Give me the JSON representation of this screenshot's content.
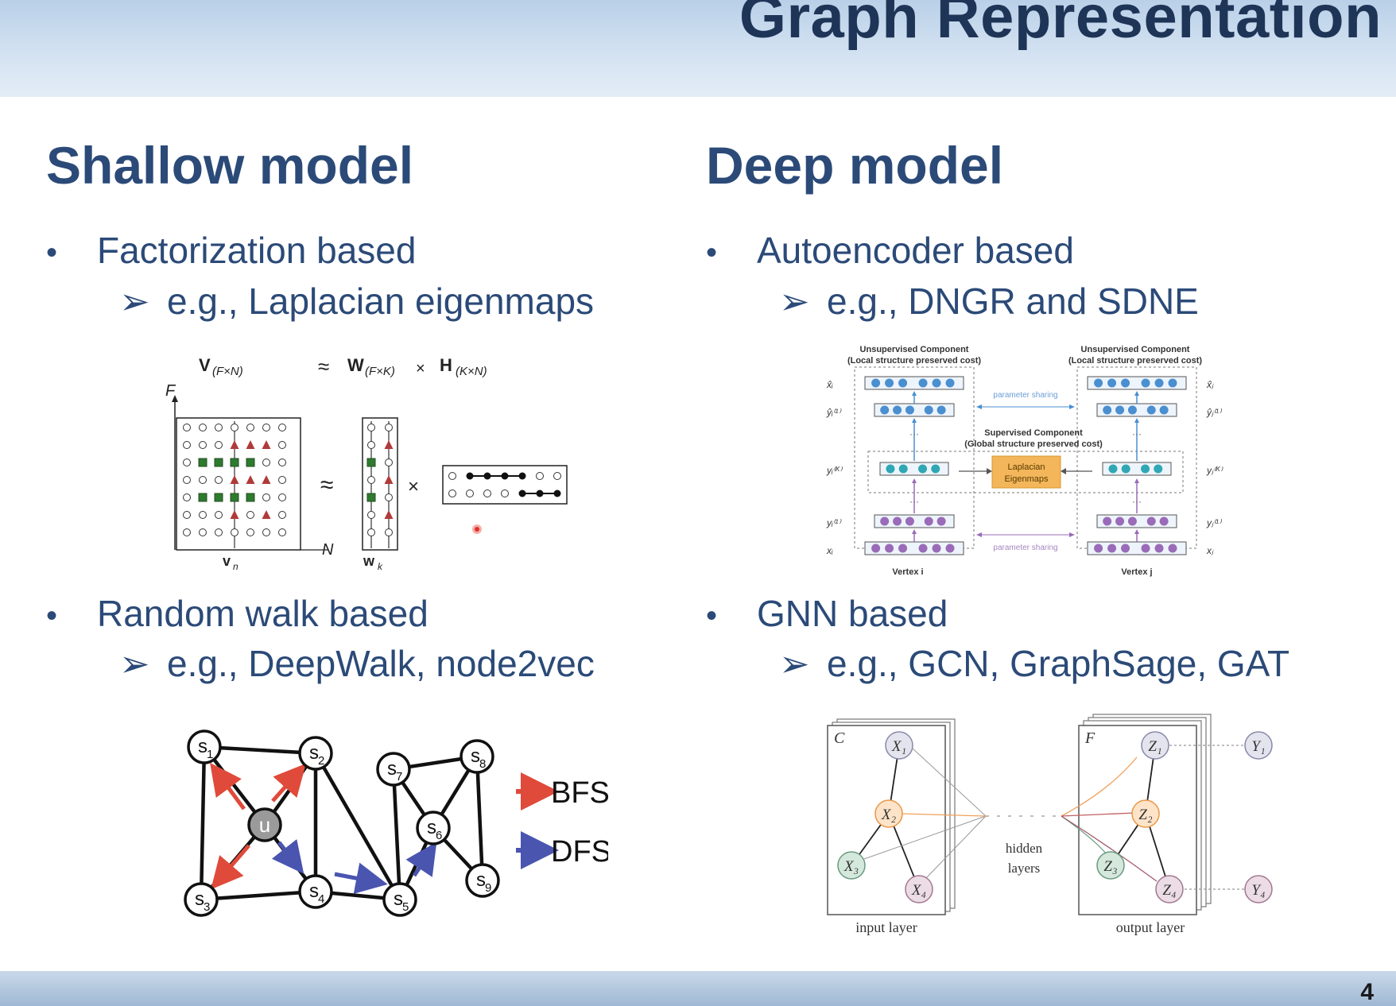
{
  "slide": {
    "title": "Graph Representation",
    "page_number": "4"
  },
  "left": {
    "heading": "Shallow model",
    "bullet1": "Factorization based",
    "sub1": "e.g., Laplacian eigenmaps",
    "bullet2": "Random walk based",
    "sub2": "e.g., DeepWalk, node2vec",
    "factorization_fig": {
      "label_v": "V",
      "label_v_sub": "(F×N)",
      "label_approx": "≈",
      "label_w": "W",
      "label_w_sub": "(F×K)",
      "label_times": "×",
      "label_h": "H",
      "label_h_sub": "(K×N)",
      "axis_f": "F",
      "axis_n": "N",
      "label_vn": "v",
      "label_vn_sub": "n",
      "label_wk": "w",
      "label_wk_sub": "k"
    },
    "walk_fig": {
      "nodes": [
        "s1",
        "s2",
        "u",
        "s3",
        "s4",
        "s5",
        "s6",
        "s7",
        "s8",
        "s9"
      ],
      "legend_bfs": "BFS",
      "legend_dfs": "DFS",
      "colors": {
        "bfs": "#e04a3a",
        "dfs": "#4a55b0"
      }
    }
  },
  "right": {
    "heading": "Deep model",
    "bullet1": "Autoencoder based",
    "sub1": "e.g., DNGR and SDNE",
    "bullet2": "GNN based",
    "sub2": "e.g., GCN, GraphSage, GAT",
    "sdne_fig": {
      "unsup_title": "Unsupervised Component",
      "unsup_sub": "(Local structure preserved cost)",
      "sup_title": "Supervised Component",
      "sup_sub": "(Global structure preserved cost)",
      "param_sharing": "parameter sharing",
      "laplacian": "Laplacian Eigenmaps",
      "vertex_i": "Vertex i",
      "vertex_j": "Vertex j",
      "left_labels": [
        "x̂ᵢ",
        "ŷᵢ⁽¹⁾",
        "yᵢ⁽ᴷ⁾",
        "yᵢ⁽¹⁾",
        "xᵢ"
      ],
      "right_labels": [
        "x̂ⱼ",
        "ŷⱼ⁽¹⁾",
        "yⱼ⁽ᴷ⁾",
        "yⱼ⁽¹⁾",
        "xⱼ"
      ],
      "colors": {
        "blue": "#4a8fd0",
        "teal": "#2fa7b5",
        "purple": "#9a6bb8",
        "orange": "#f3b65a"
      }
    },
    "gnn_fig": {
      "input_label": "input layer",
      "output_label": "output layer",
      "hidden_label_1": "hidden",
      "hidden_label_2": "layers",
      "c_label": "C",
      "f_label": "F",
      "x_nodes": [
        "X₁",
        "X₂",
        "X₃",
        "X₄"
      ],
      "z_nodes": [
        "Z₁",
        "Z₂",
        "Z₃",
        "Z₄"
      ],
      "y_nodes": [
        "Y₁",
        "Y₄"
      ]
    }
  }
}
